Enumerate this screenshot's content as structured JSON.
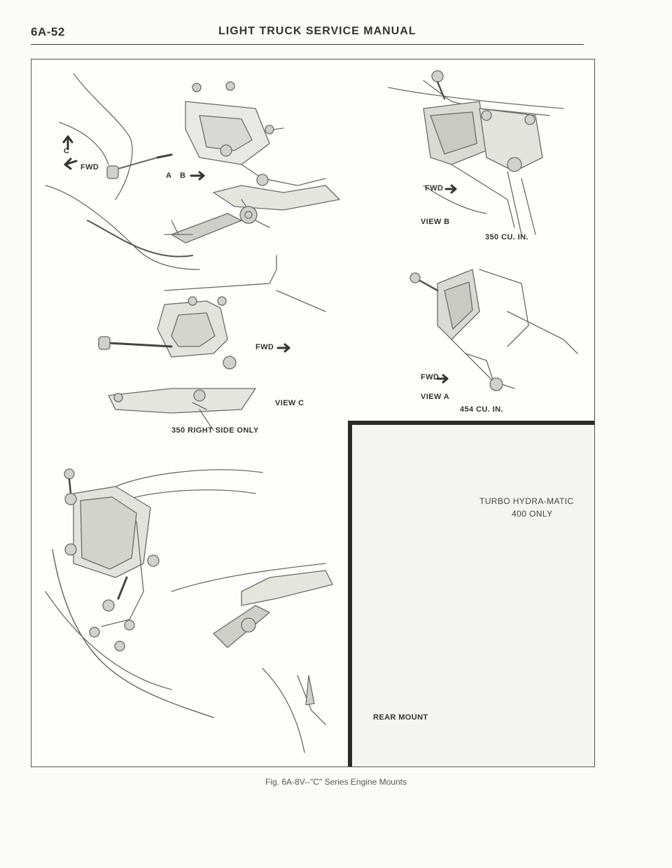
{
  "header": {
    "page_number": "6A-52",
    "title": "LIGHT TRUCK SERVICE MANUAL"
  },
  "figure": {
    "labels": {
      "fwd_top_left": "FWD",
      "c_marker": "C",
      "a_marker": "A",
      "b_marker": "B",
      "fwd_view_b": "FWD",
      "view_b": "VIEW B",
      "cu_350": "350 CU. IN.",
      "fwd_view_c": "FWD",
      "view_c": "VIEW C",
      "right_side": "350 RIGHT SIDE ONLY",
      "fwd_view_a": "FWD",
      "view_a": "VIEW A",
      "cu_454": "454 CU. IN.",
      "turbo": "TURBO HYDRA-MATIC",
      "only_400": "400 ONLY",
      "rear_mount": "REAR MOUNT"
    },
    "caption": "Fig. 6A-8V--\"C\" Series Engine Mounts"
  }
}
